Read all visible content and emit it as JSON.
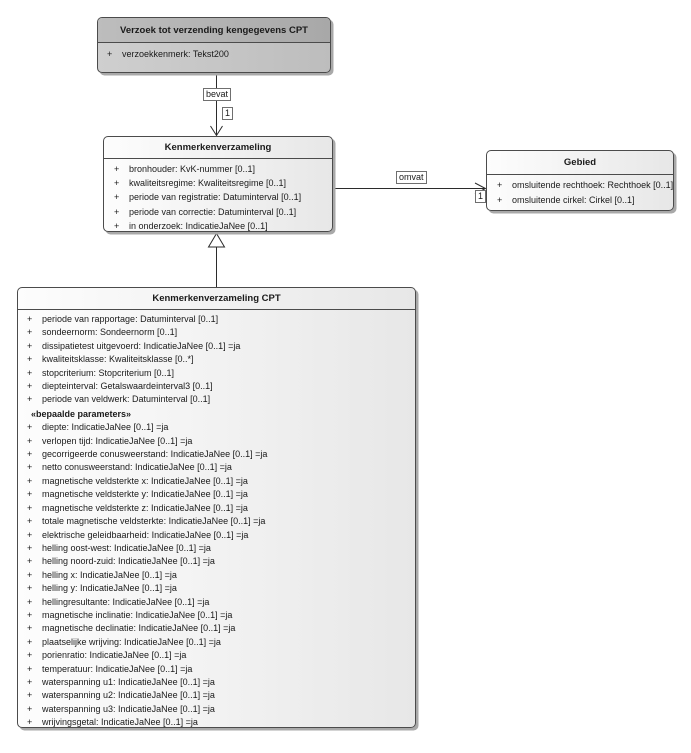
{
  "diagram": {
    "type": "uml-class-diagram",
    "colors": {
      "background": "#ffffff",
      "box_border": "#4b4b4b",
      "box_fill_gradient": [
        "#fdfdfd",
        "#e7e7e7"
      ],
      "highlight_box_fill": [
        "#cfcfcf",
        "#a8a8a8"
      ],
      "shadow": "#a9a9a9",
      "line": "#2b2b2b"
    },
    "classes": [
      {
        "title": "Verzoek tot verzending kengegevens CPT",
        "attributes": [
          {
            "vis": "+",
            "text": "verzoekkenmerk: Tekst200"
          }
        ]
      },
      {
        "title": "Kenmerkenverzameling",
        "attributes": [
          {
            "vis": "+",
            "text": "bronhouder: KvK-nummer [0..1]"
          },
          {
            "vis": "+",
            "text": "kwaliteitsregime: Kwaliteitsregime [0..1]"
          },
          {
            "vis": "+",
            "text": "periode van registratie: Datuminterval [0..1]"
          },
          {
            "vis": "+",
            "text": "periode van correctie: Datuminterval [0..1]"
          },
          {
            "vis": "+",
            "text": "in onderzoek: IndicatieJaNee [0..1]"
          }
        ]
      },
      {
        "title": "Gebied",
        "attributes": [
          {
            "vis": "+",
            "text": "omsluitende rechthoek: Rechthoek [0..1]"
          },
          {
            "vis": "+",
            "text": "omsluitende cirkel: Cirkel [0..1]"
          }
        ]
      },
      {
        "title": "Kenmerkenverzameling CPT",
        "attributes": [
          {
            "vis": "+",
            "text": "periode van rapportage: Datuminterval [0..1]"
          },
          {
            "vis": "+",
            "text": "sondeernorm: Sondeernorm [0..1]"
          },
          {
            "vis": "+",
            "text": "dissipatietest uitgevoerd: IndicatieJaNee [0..1] =ja"
          },
          {
            "vis": "+",
            "text": "kwaliteitsklasse: Kwaliteitsklasse [0..*]"
          },
          {
            "vis": "+",
            "text": "stopcriterium: Stopcriterium [0..1]"
          },
          {
            "vis": "+",
            "text": "diepteinterval: Getalswaardeinterval3 [0..1]"
          },
          {
            "vis": "+",
            "text": "periode van veldwerk: Datuminterval [0..1]"
          },
          {
            "stereotype": "«bepaalde parameters»"
          },
          {
            "vis": "+",
            "text": "diepte: IndicatieJaNee [0..1] =ja"
          },
          {
            "vis": "+",
            "text": "verlopen tijd: IndicatieJaNee [0..1] =ja"
          },
          {
            "vis": "+",
            "text": "gecorrigeerde conusweerstand: IndicatieJaNee [0..1] =ja"
          },
          {
            "vis": "+",
            "text": "netto conusweerstand: IndicatieJaNee [0..1] =ja"
          },
          {
            "vis": "+",
            "text": "magnetische veldsterkte x: IndicatieJaNee [0..1] =ja"
          },
          {
            "vis": "+",
            "text": "magnetische veldsterkte y: IndicatieJaNee [0..1] =ja"
          },
          {
            "vis": "+",
            "text": "magnetische veldsterkte z: IndicatieJaNee [0..1] =ja"
          },
          {
            "vis": "+",
            "text": "totale magnetische veldsterkte: IndicatieJaNee [0..1] =ja"
          },
          {
            "vis": "+",
            "text": "elektrische geleidbaarheid: IndicatieJaNee [0..1] =ja"
          },
          {
            "vis": "+",
            "text": "helling oost-west: IndicatieJaNee [0..1] =ja"
          },
          {
            "vis": "+",
            "text": "helling noord-zuid: IndicatieJaNee [0..1] =ja"
          },
          {
            "vis": "+",
            "text": "helling x: IndicatieJaNee [0..1] =ja"
          },
          {
            "vis": "+",
            "text": "helling y: IndicatieJaNee [0..1] =ja"
          },
          {
            "vis": "+",
            "text": "hellingresultante: IndicatieJaNee [0..1] =ja"
          },
          {
            "vis": "+",
            "text": "magnetische inclinatie: IndicatieJaNee [0..1] =ja"
          },
          {
            "vis": "+",
            "text": "magnetische declinatie: IndicatieJaNee [0..1] =ja"
          },
          {
            "vis": "+",
            "text": "plaatselijke wrijving: IndicatieJaNee [0..1] =ja"
          },
          {
            "vis": "+",
            "text": "porienratio: IndicatieJaNee [0..1] =ja"
          },
          {
            "vis": "+",
            "text": "temperatuur: IndicatieJaNee [0..1] =ja"
          },
          {
            "vis": "+",
            "text": "waterspanning u1: IndicatieJaNee [0..1] =ja"
          },
          {
            "vis": "+",
            "text": "waterspanning u2: IndicatieJaNee [0..1] =ja"
          },
          {
            "vis": "+",
            "text": "waterspanning u3: IndicatieJaNee [0..1] =ja"
          },
          {
            "vis": "+",
            "text": "wrijvingsgetal: IndicatieJaNee [0..1] =ja"
          }
        ]
      }
    ],
    "relations": {
      "bevat": {
        "label": "bevat",
        "multiplicity": "1"
      },
      "omvat": {
        "label": "omvat",
        "multiplicity": "1"
      },
      "generalization": {
        "from": "Kenmerkenverzameling CPT",
        "to": "Kenmerkenverzameling"
      }
    }
  }
}
